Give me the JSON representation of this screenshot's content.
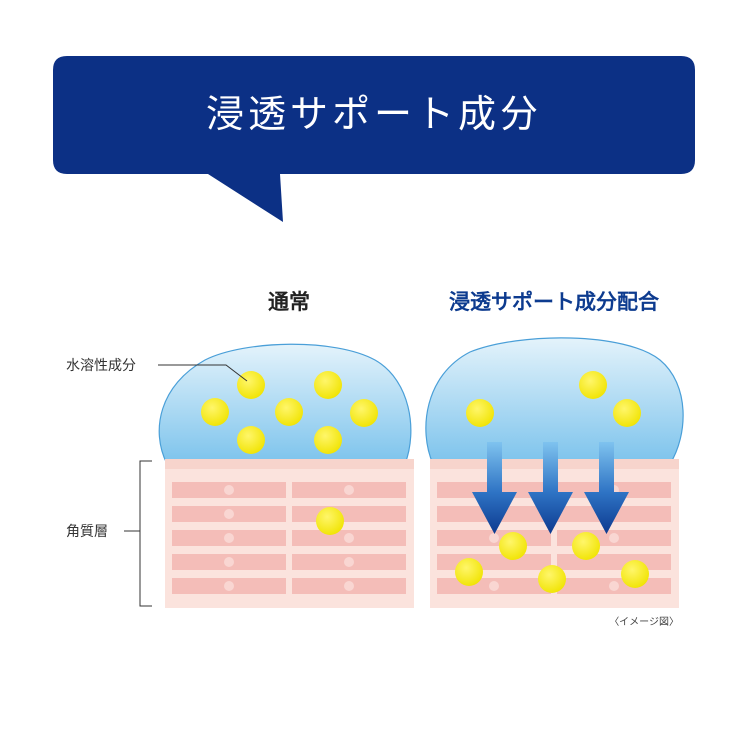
{
  "banner": {
    "title": "浸透サポート成分",
    "color": "#0c3085"
  },
  "panels": {
    "normal": {
      "heading": "通常",
      "color": "#222222"
    },
    "support": {
      "heading": "浸透サポート成分配合",
      "color": "#0d3b8f"
    }
  },
  "labels": {
    "water_soluble": "水溶性成分",
    "stratum_corneum": "角質層"
  },
  "note": "〈イメージ図〉",
  "colors": {
    "droplet_top": "#d9eef9",
    "droplet_bottom": "#7dc3ec",
    "skin_base": "#fbe0da",
    "skin_stripe": "#f3b8b3",
    "particle": "#f5ea00",
    "arrow_top": "#7cc0ee",
    "arrow_bottom": "#0e3c93"
  },
  "icons": [
    "down-arrow-icon",
    "particle-icon"
  ]
}
